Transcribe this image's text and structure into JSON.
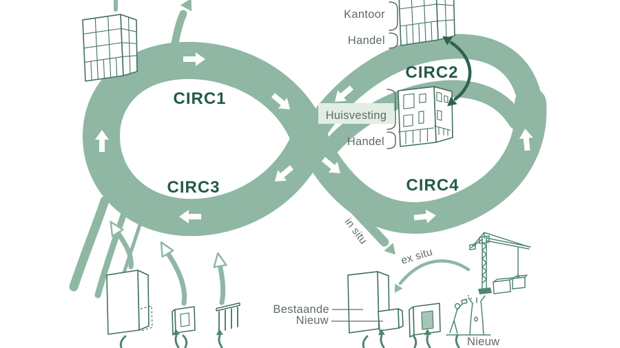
{
  "colors": {
    "band_green": "#8FB7A4",
    "dark_green_text": "#215A4B",
    "dark_arrow_green": "#2C6153",
    "illustration_green": "#4F8671",
    "building_outline": "#41705F",
    "label_gray": "#5D6B64",
    "highlight_bg": "#E2EDE4",
    "flow_arrow_white": "#FFFFFF"
  },
  "loops": {
    "circ1": "CIRC1",
    "circ2": "CIRC2",
    "circ3": "CIRC3",
    "circ4": "CIRC4"
  },
  "upper_building": {
    "kantoor": "Kantoor",
    "handel": "Handel"
  },
  "middle_building": {
    "huisvesting": "Huisvesting",
    "handel": "Handel"
  },
  "site_flows": {
    "in_situ": "in situ",
    "ex_situ": "ex situ"
  },
  "bottom_center": {
    "bestaande": "Bestaande",
    "nieuw": "Nieuw"
  },
  "materials": {
    "nieuw": "Nieuw"
  },
  "illustrations": {
    "office-tower-icon": "line-art gridded high-rise",
    "mixed-use-building-icon": "line-art building with shopfront",
    "plain-volume-icon": "line-art blank box volume",
    "wall-panel-icon": "line-art panel with window",
    "stud-frame-icon": "line-art stud frame",
    "tower-crane-icon": "line-art construction crane with blocks",
    "tree-felling-icon": "line-art person chopping tree"
  }
}
